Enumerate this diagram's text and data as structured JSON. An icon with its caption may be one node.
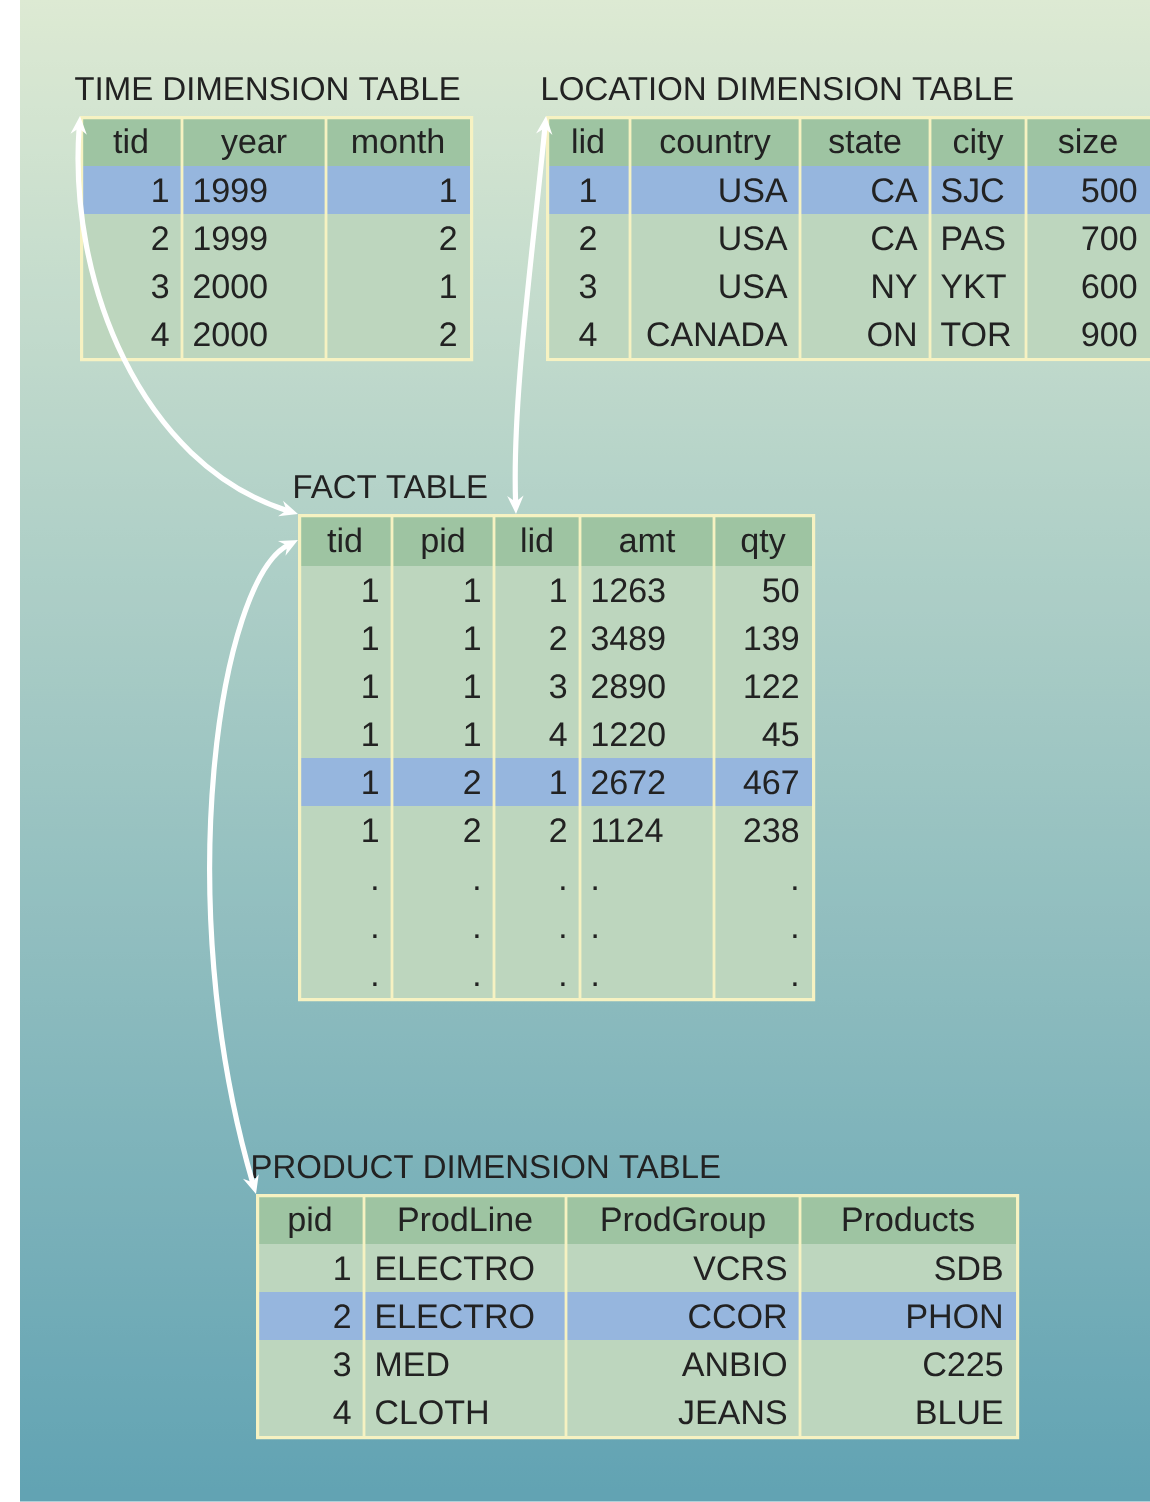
{
  "diagram": {
    "nodes": [
      {
        "text": [
          "TIME DIMENSION TABLE"
        ]
      },
      {
        "text": [
          "LOCATION DIMENSION TABLE"
        ]
      },
      {
        "text": [
          "FACT TABLE"
        ]
      },
      {
        "text": [
          "PRODUCT DIMENSION TABLE"
        ]
      }
    ],
    "edges": [
      {
        "from": 2,
        "to": 0,
        "arrow": "both"
      },
      {
        "from": 2,
        "to": 1,
        "arrow": "both"
      },
      {
        "from": 2,
        "to": 3,
        "arrow": "both"
      }
    ],
    "labels": [
      "tid",
      "year",
      "month",
      "1",
      "1999",
      "1",
      "2",
      "1999",
      "2",
      "3",
      "2000",
      "1",
      "4",
      "2000",
      "2",
      "lid",
      "country",
      "state",
      "city",
      "size",
      "1",
      "USA",
      "CA",
      "SJC",
      "500",
      "2",
      "USA",
      "CA",
      "PAS",
      "700",
      "3",
      "USA",
      "NY",
      "YKT",
      "600",
      "4",
      "CANADA",
      "ON",
      "TOR",
      "900",
      "tid",
      "pid",
      "lid",
      "amt",
      "qty",
      "1",
      "1",
      "1",
      "1263",
      "50",
      "1",
      "1",
      "2",
      "3489",
      "139",
      "1",
      "1",
      "3",
      "2890",
      "122",
      "1",
      "1",
      "4",
      "1220",
      "45",
      "1",
      "2",
      "1",
      "2672",
      "467",
      "1",
      "2",
      "2",
      "1124",
      "238",
      ".",
      ".",
      ".",
      ".",
      ".",
      ".",
      ".",
      ".",
      ".",
      ".",
      ".",
      ".",
      ".",
      ".",
      ".",
      "pid",
      "ProdLine",
      "ProdGroup",
      "Products",
      "1",
      "ELECTRO",
      "VCRS",
      "SDB",
      "2",
      "ELECTRO",
      "CCOR",
      "PHON",
      "3",
      "MED",
      "ANBIO",
      "C225",
      "4",
      "CLOTH",
      "JEANS",
      "BLUE"
    ]
  }
}
